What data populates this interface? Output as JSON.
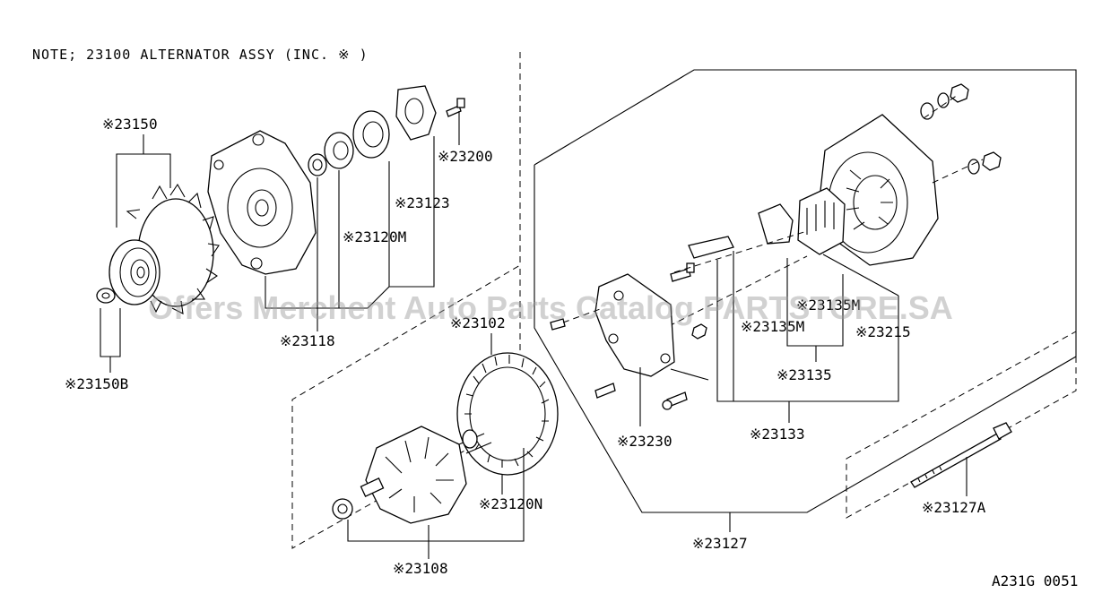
{
  "note": "NOTE; 23100 ALTERNATOR ASSY (INC. ※ )",
  "watermark": "Offers Merchent Auto Parts Catalog PARTSTORE.SA",
  "diagram_code": "A231G 0051",
  "labels": {
    "p23150": "※23150",
    "p23150B": "※23150B",
    "p23118": "※23118",
    "p23120M": "※23120M",
    "p23123": "※23123",
    "p23200": "※23200",
    "p23102": "※23102",
    "p23120N": "※23120N",
    "p23108": "※23108",
    "p23230": "※23230",
    "p23135M_a": "※23135M",
    "p23135M_b": "※23135M",
    "p23215": "※23215",
    "p23135": "※23135",
    "p23133": "※23133",
    "p23127": "※23127",
    "p23127A": "※23127A"
  },
  "colors": {
    "line": "#000000",
    "background": "#ffffff",
    "watermark": "#9a9a9a"
  }
}
